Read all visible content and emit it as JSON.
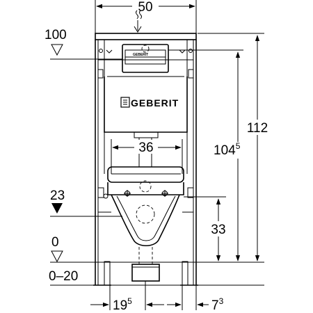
{
  "dimensions": {
    "frame_width": "50",
    "flush_plate_height": "100",
    "seat_height": "23",
    "floor_level": "0",
    "floor_range": "0–20",
    "bowl_fixing_spacing": "36",
    "frame_height": "112",
    "total_height_main": "104",
    "total_height_sup": "5",
    "seat_axis_height": "33",
    "outlet_offset_main": "19",
    "outlet_offset_sup": "5",
    "frame_depth_main": "7",
    "frame_depth_sup": "3"
  },
  "brand": {
    "cistern_logo": "GEBERIT",
    "plate_logo": "GEBERIT"
  }
}
